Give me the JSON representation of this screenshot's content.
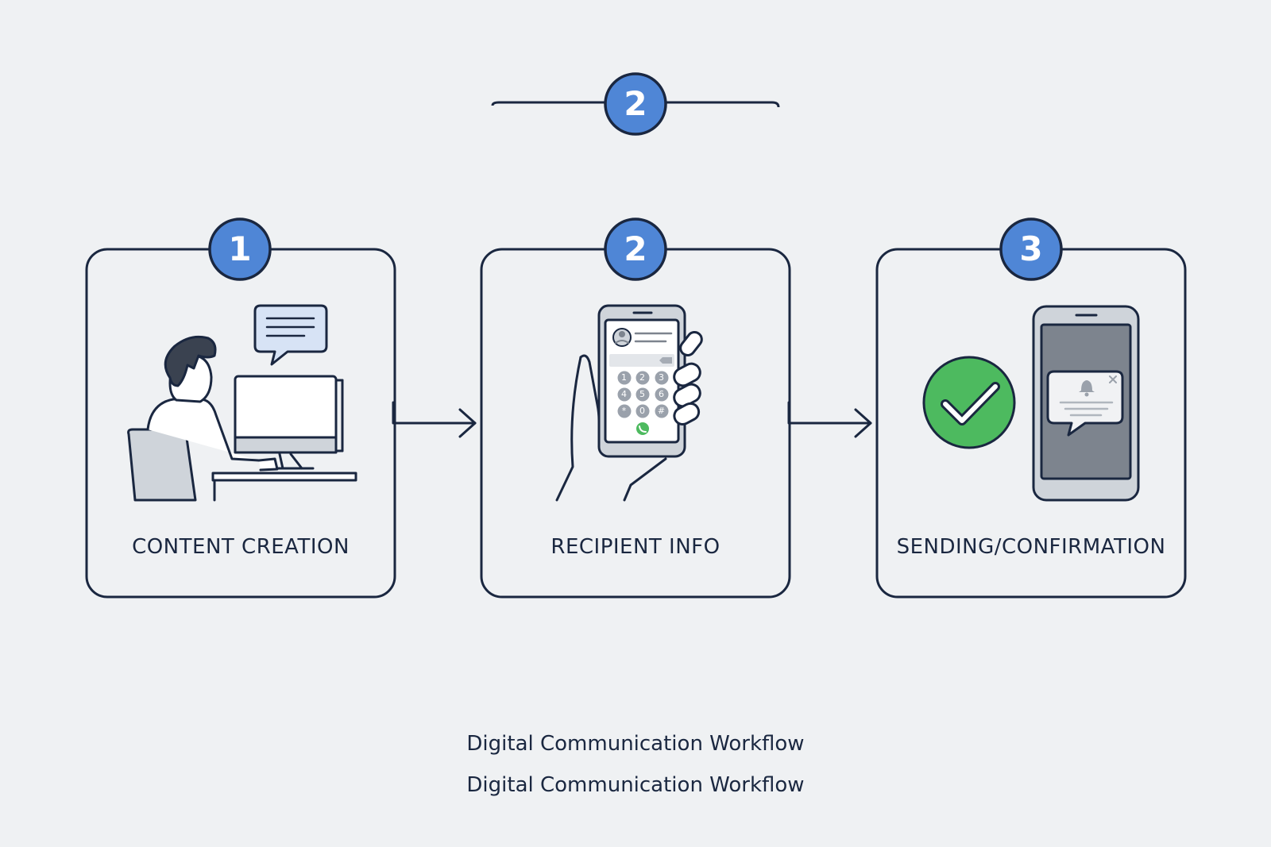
{
  "top_indicator": {
    "badge": "2"
  },
  "steps": [
    {
      "badge": "1",
      "label": "CONTENT CREATION"
    },
    {
      "badge": "2",
      "label": "RECIPIENT INFO"
    },
    {
      "badge": "3",
      "label": "SENDING/CONFIRMATION"
    }
  ],
  "keypad": [
    "1",
    "2",
    "3",
    "4",
    "5",
    "6",
    "*",
    "0",
    "#"
  ],
  "captions": [
    "Digital Communication Workflow",
    "Digital Communication Workflow"
  ],
  "colors": {
    "background": "#eff1f3",
    "outline": "#1a2740",
    "badge": "#4f86d6",
    "success": "#4dba5f",
    "screen_gray": "#7d848e",
    "chair_gray": "#cfd4da"
  }
}
